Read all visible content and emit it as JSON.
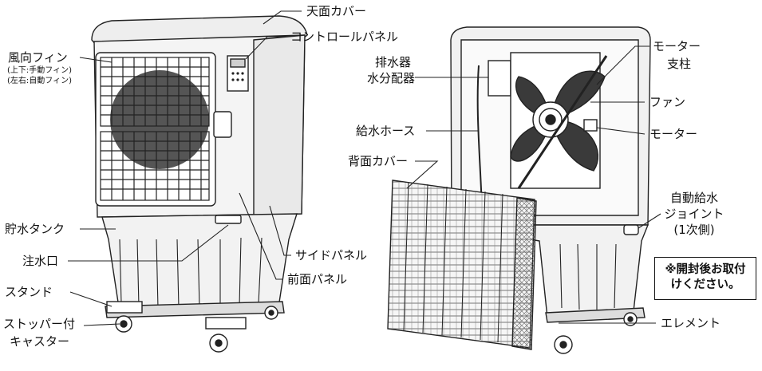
{
  "labels": {
    "top_cover": "天面カバー",
    "control_panel": "コントロールパネル",
    "louver": "風向フィン",
    "louver_note1": "(上下:手動フィン)",
    "louver_note2": "(左右:自動フィン)",
    "water_tank": "貯水タンク",
    "fill_port": "注水口",
    "stand": "スタンド",
    "caster_line1": "ストッパー付",
    "caster_line2": "キャスター",
    "side_panel": "サイドパネル",
    "front_panel": "前面パネル",
    "drain_line1": "排水器",
    "drain_line2": "水分配器",
    "supply_hose": "給水ホース",
    "back_cover": "背面カバー",
    "motor_support_line1": "モーター",
    "motor_support_line2": "支柱",
    "fan": "ファン",
    "motor": "モーター",
    "auto_joint_line1": "自動給水",
    "auto_joint_line2": "ジョイント",
    "auto_joint_line3": "(1次側)",
    "element": "エレメント"
  },
  "notice": {
    "line1": "※開封後お取付",
    "line2": "けください。"
  },
  "colors": {
    "line": "#222222",
    "body_fill": "#f4f4f4",
    "shade": "#d8d8d8",
    "fan_dark": "#3a3a3a",
    "media": "#777777"
  }
}
